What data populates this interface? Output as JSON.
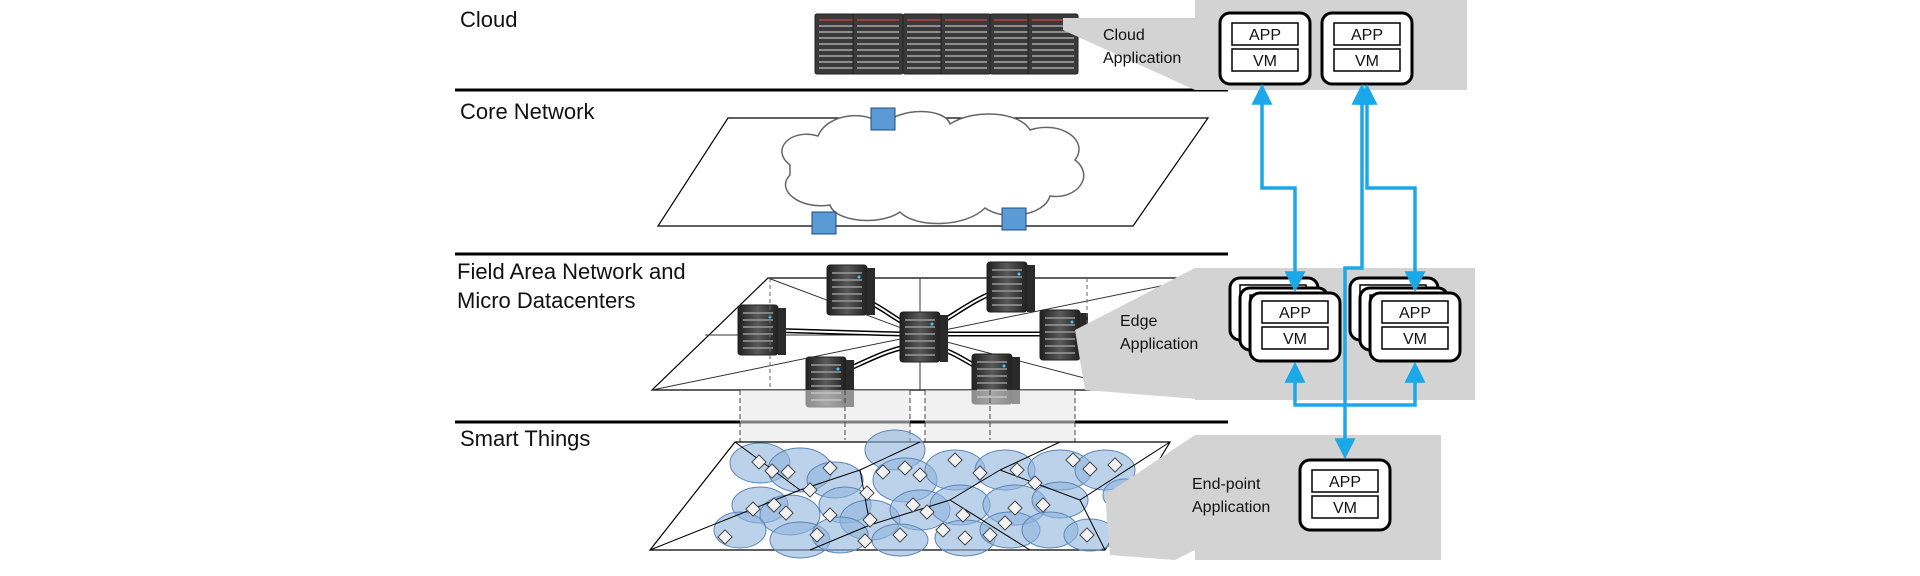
{
  "layers": {
    "cloud": "Cloud",
    "core": "Core Network",
    "field_line1": "Field Area Network and",
    "field_line2": "Micro Datacenters",
    "smart": "Smart Things"
  },
  "callouts": {
    "cloud_line1": "Cloud",
    "cloud_line2": "Application",
    "edge_line1": "Edge",
    "edge_line2": "Application",
    "endpoint_line1": "End-point",
    "endpoint_line2": "Application"
  },
  "box": {
    "app": "APP",
    "vm": "VM"
  },
  "colors": {
    "arrow": "#1ba8e8",
    "square": "#5b9bd5",
    "bubble": "#8fb4dc",
    "callout_panel": "#d3d3d3",
    "server": "#3a3a3a"
  }
}
